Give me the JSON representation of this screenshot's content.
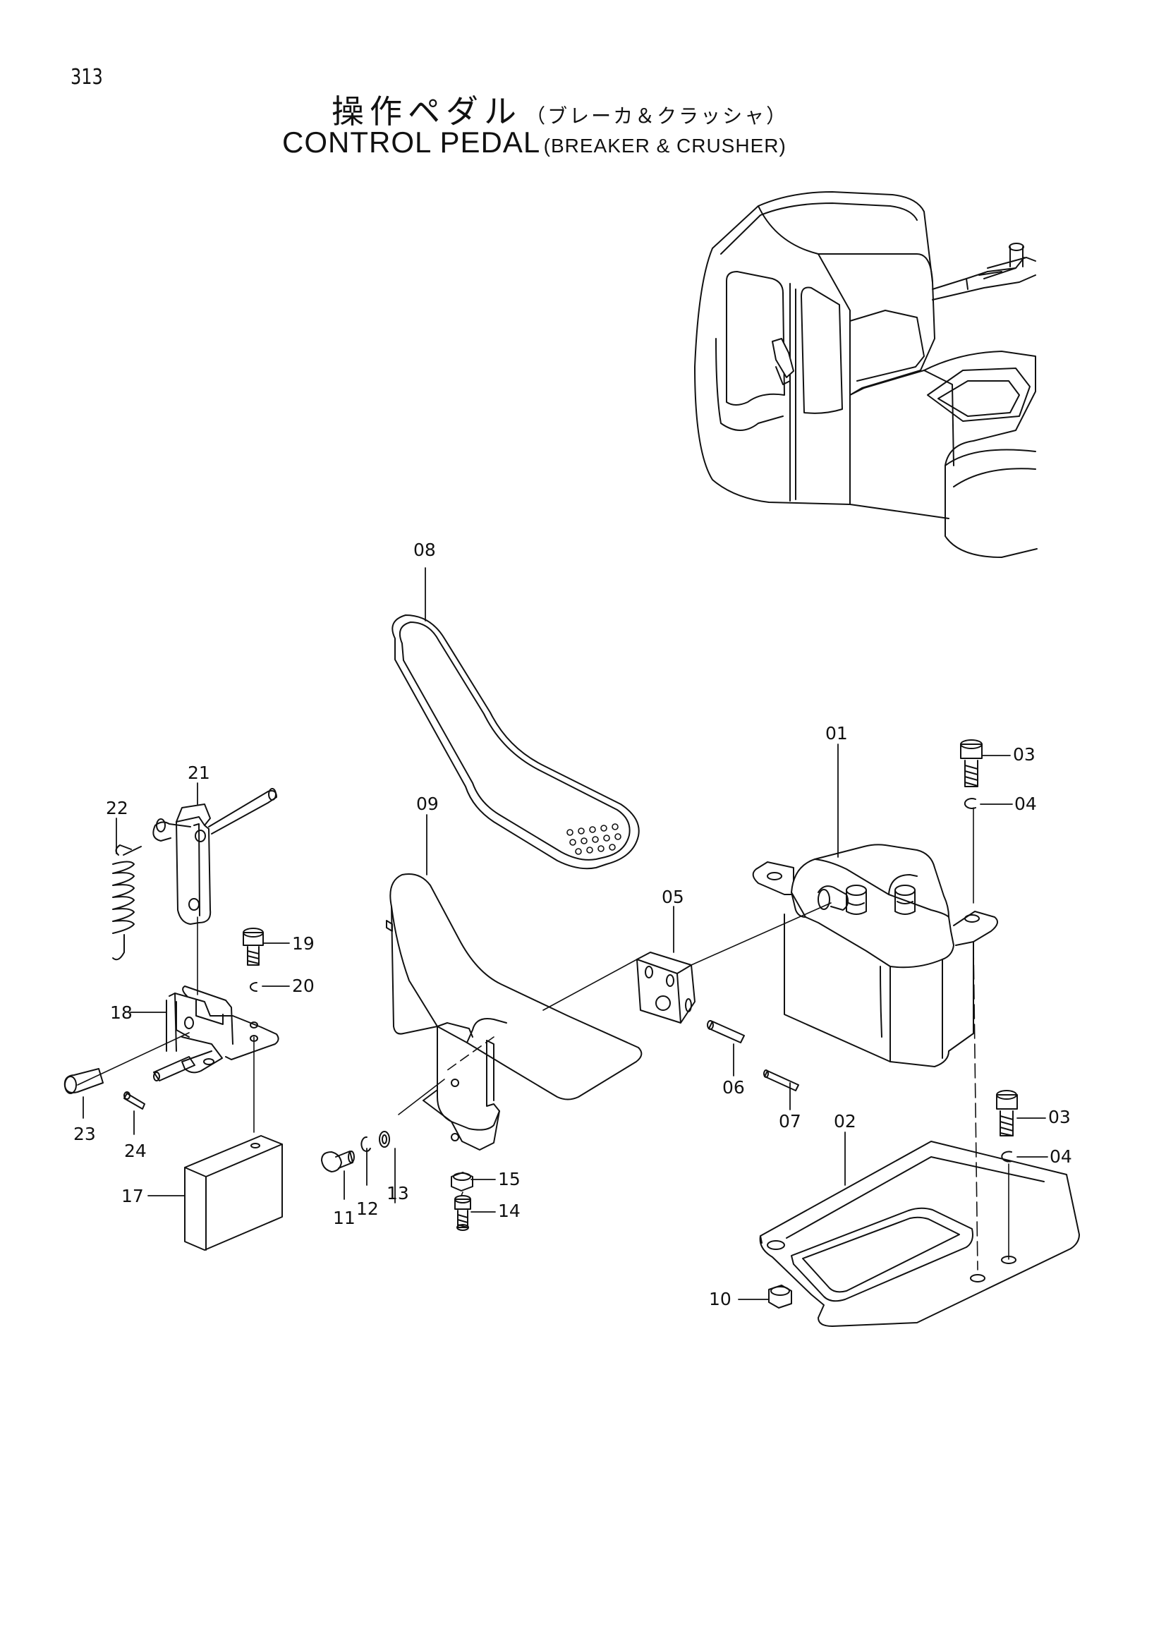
{
  "page_number": "313",
  "title": {
    "jp_main": "操作ペダル",
    "jp_sub": "（ブレーカ＆クラッシャ）",
    "en_main": "CONTROL PEDAL",
    "en_sub": "(BREAKER & CRUSHER)"
  },
  "parts": [
    {
      "id": "01",
      "label": "01"
    },
    {
      "id": "02",
      "label": "02"
    },
    {
      "id": "03a",
      "label": "03"
    },
    {
      "id": "04a",
      "label": "04"
    },
    {
      "id": "03b",
      "label": "03"
    },
    {
      "id": "04b",
      "label": "04"
    },
    {
      "id": "05",
      "label": "05"
    },
    {
      "id": "06",
      "label": "06"
    },
    {
      "id": "07",
      "label": "07"
    },
    {
      "id": "08",
      "label": "08"
    },
    {
      "id": "09",
      "label": "09"
    },
    {
      "id": "10",
      "label": "10"
    },
    {
      "id": "11",
      "label": "11"
    },
    {
      "id": "12",
      "label": "12"
    },
    {
      "id": "13",
      "label": "13"
    },
    {
      "id": "14",
      "label": "14"
    },
    {
      "id": "15",
      "label": "15"
    },
    {
      "id": "17",
      "label": "17"
    },
    {
      "id": "18",
      "label": "18"
    },
    {
      "id": "19",
      "label": "19"
    },
    {
      "id": "20",
      "label": "20"
    },
    {
      "id": "21",
      "label": "21"
    },
    {
      "id": "22",
      "label": "22"
    },
    {
      "id": "23",
      "label": "23"
    },
    {
      "id": "24",
      "label": "24"
    }
  ]
}
